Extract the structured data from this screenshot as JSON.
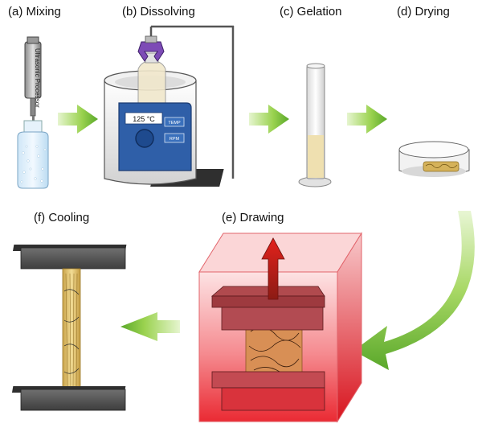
{
  "steps": {
    "a": "(a) Mixing",
    "b": "(b) Dissolving",
    "c": "(c) Gelation",
    "d": "(d) Drying",
    "e": "(e) Drawing",
    "f": "(f) Cooling"
  },
  "probe_label": "Ultrasonic Processor",
  "hotplate": {
    "temperature": "125 °C",
    "temp_button": "TEMP",
    "rpm_button": "RPM"
  },
  "colors": {
    "arrow_green": "#7cc436",
    "hotplate_blue": "#2f5fa8",
    "gel_yellow": "#efe0b0",
    "drawing_red": "#e8202a",
    "clamp_gray": "#5a5a5a"
  }
}
